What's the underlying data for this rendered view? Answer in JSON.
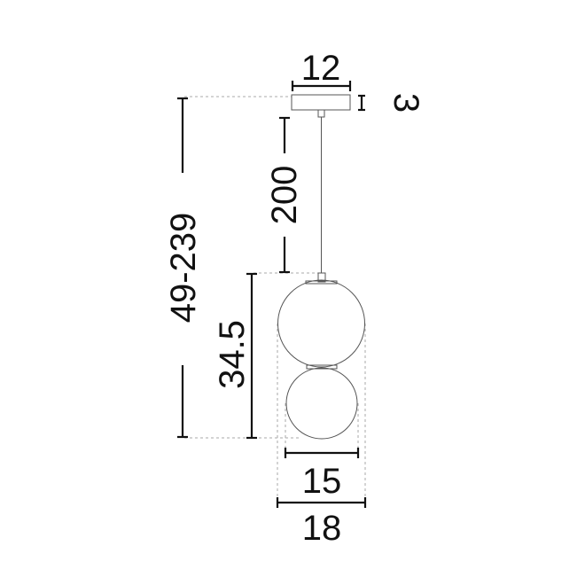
{
  "diagram": {
    "subject": "pendant-lamp-dimensions",
    "dimensions": {
      "canopy_width": "12",
      "canopy_height": "3",
      "cable_length": "200",
      "total_height": "49-239",
      "shade_height": "34.5",
      "globe_width": "15",
      "overall_width": "18"
    },
    "colors": {
      "line": "#111111",
      "dash": "#aaaaaa",
      "outline": "#555555"
    }
  }
}
